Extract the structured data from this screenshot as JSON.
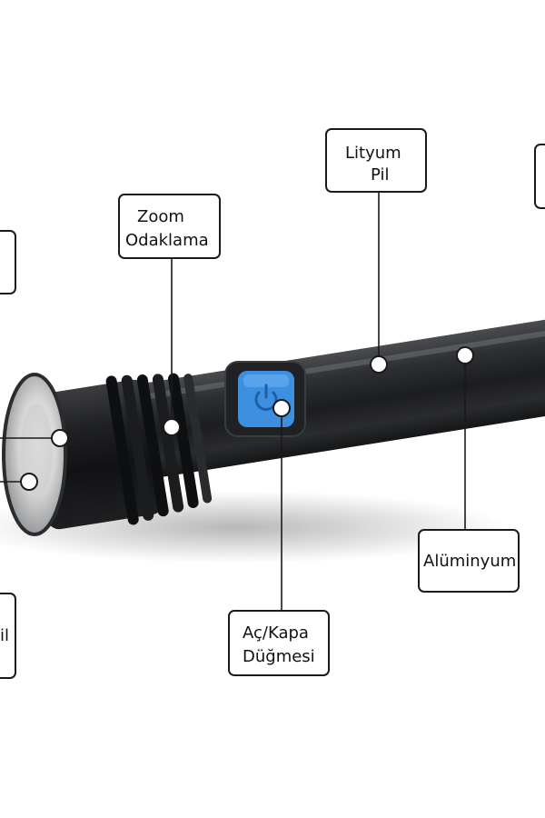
{
  "labels": {
    "lithium": {
      "line1": "Lityum",
      "line2": "Pil"
    },
    "zoom": {
      "line1": "Zoom",
      "line2": "Odaklama"
    },
    "power_button": {
      "line1": "Aç/Kapa",
      "line2": "Düğmesi"
    },
    "aluminium": {
      "line1": "Alüminyum"
    },
    "cut_left_bottom": {
      "line1": "il"
    }
  },
  "colors": {
    "body": "#2b2d30",
    "button": "#3d8fe0",
    "lens": "#dcdcdc"
  },
  "icons": {
    "power_button": "power-icon"
  }
}
